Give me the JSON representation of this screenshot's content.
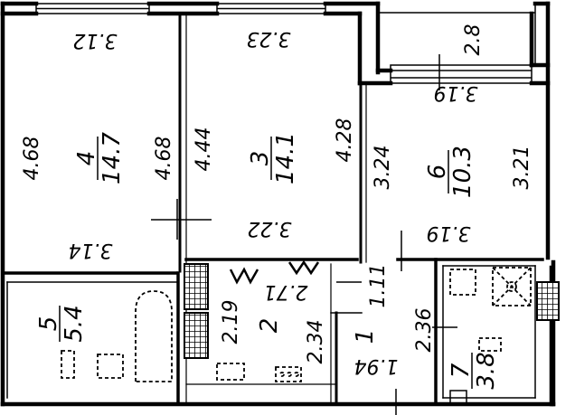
{
  "rooms": [
    {
      "number": "4",
      "area": "14.7"
    },
    {
      "number": "3",
      "area": "14.1"
    },
    {
      "number": "6",
      "area": "10.3"
    },
    {
      "number": "5",
      "area": "5.4"
    },
    {
      "number": "2",
      "area": ""
    },
    {
      "number": "1",
      "area": ""
    },
    {
      "number": "7",
      "area": "3.8"
    }
  ],
  "dimensions": {
    "r4_top": "3.12",
    "r4_left": "4.68",
    "r4_right": "4.68",
    "r4_bottom": "3.14",
    "r3_top": "3.23",
    "r3_left": "4.44",
    "r3_right": "4.28",
    "r3_bottom": "3.22",
    "balcony_side": "2.8",
    "balcony_width": "3.19",
    "r6_left": "3.24",
    "r6_right": "3.21",
    "r6_bottom": "3.19",
    "hall_top": "2.71",
    "r2_left": "2.19",
    "r2_right": "2.34",
    "r1_top": "1.11",
    "r1_right": "2.36",
    "r1_bottom": "1.94"
  }
}
